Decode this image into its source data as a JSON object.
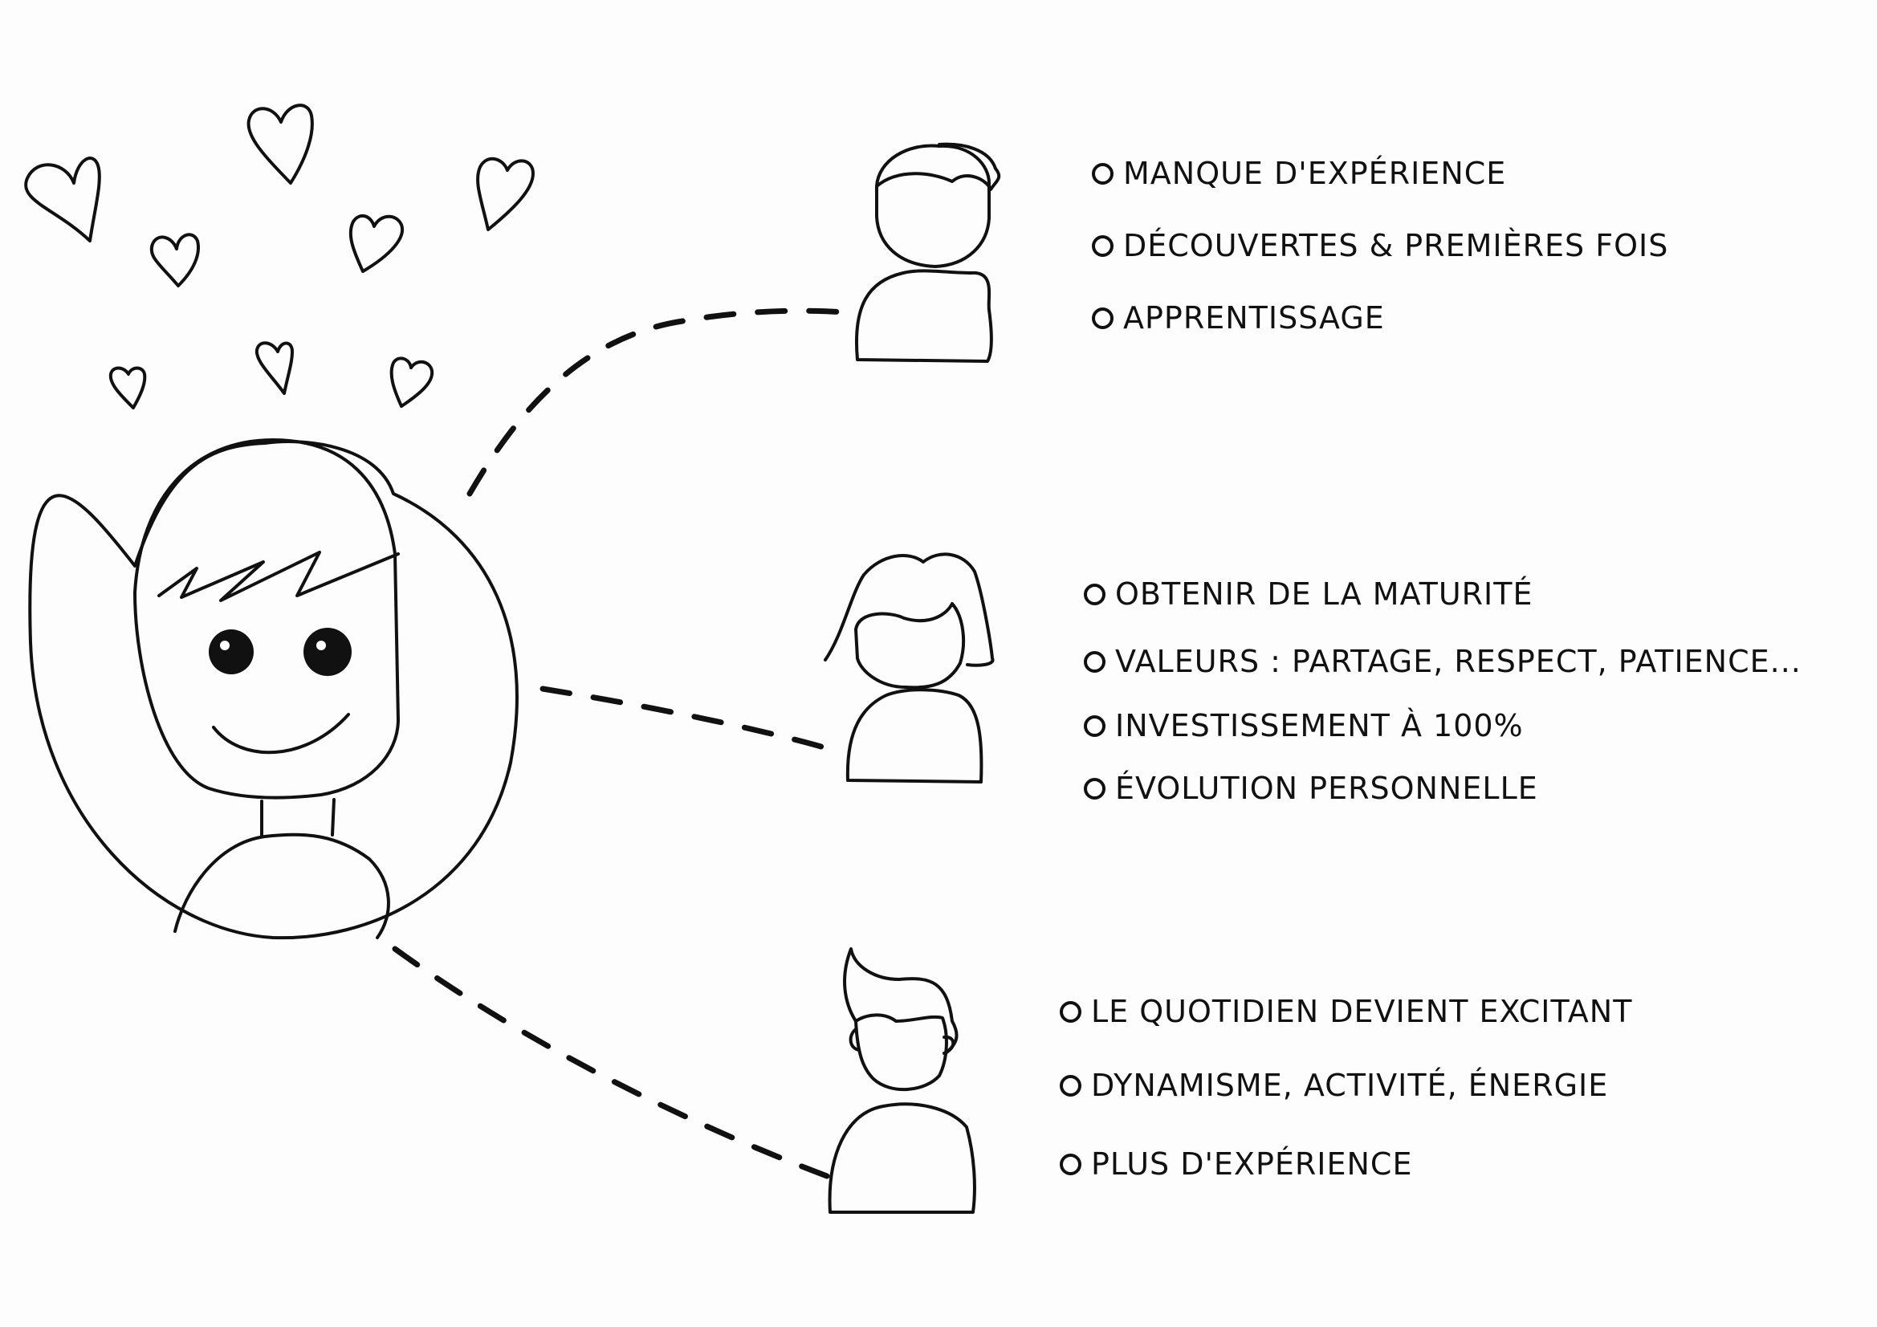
{
  "diagram": {
    "groups": [
      {
        "id": "young-man",
        "items": [
          "MANQUE D'EXPÉRIENCE",
          "DÉCOUVERTES & PREMIÈRES FOIS",
          "APPRENTISSAGE"
        ]
      },
      {
        "id": "woman",
        "items": [
          "OBTENIR DE LA MATURITÉ",
          "VALEURS : PARTAGE, RESPECT, PATIENCE...",
          "INVESTISSEMENT À 100%",
          "ÉVOLUTION PERSONNELLE"
        ]
      },
      {
        "id": "older-man",
        "items": [
          "LE QUOTIDIEN DEVIENT EXCITANT",
          "DYNAMISME, ACTIVITÉ, ÉNERGIE",
          "PLUS D'EXPÉRIENCE"
        ]
      }
    ],
    "icons": [
      "heart-icon",
      "girl-avatar",
      "young-man-figure",
      "woman-figure",
      "older-man-figure"
    ],
    "colors": {
      "ink": "#111111",
      "paper": "#fdfdfd"
    }
  }
}
